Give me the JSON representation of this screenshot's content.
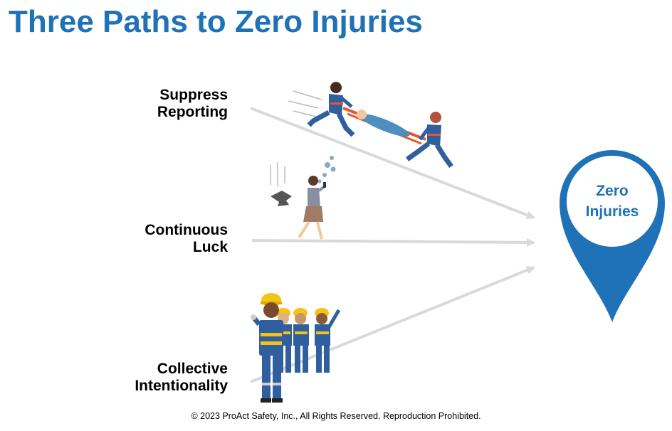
{
  "title": "Three Paths to Zero Injuries",
  "paths": [
    {
      "line1": "Suppress",
      "line2": "Reporting"
    },
    {
      "line1": "Continuous",
      "line2": "Luck"
    },
    {
      "line1": "Collective",
      "line2": "Intentionality"
    }
  ],
  "destination": {
    "line1": "Zero",
    "line2": "Injuries"
  },
  "footer": "© 2023 ProAct Safety, Inc., All Rights Reserved.  Reproduction  Prohibited.",
  "colors": {
    "accent": "#1f72b8",
    "arrow": "#d9d9d9",
    "worker_blue": "#2f5f9e",
    "hardhat": "#f3c316",
    "safety_orange": "#e4572e"
  },
  "icons": [
    "stretcher-rescue-icon",
    "falling-anvil-icon",
    "phone-walker-icon",
    "safety-team-icon",
    "location-pin-icon"
  ]
}
